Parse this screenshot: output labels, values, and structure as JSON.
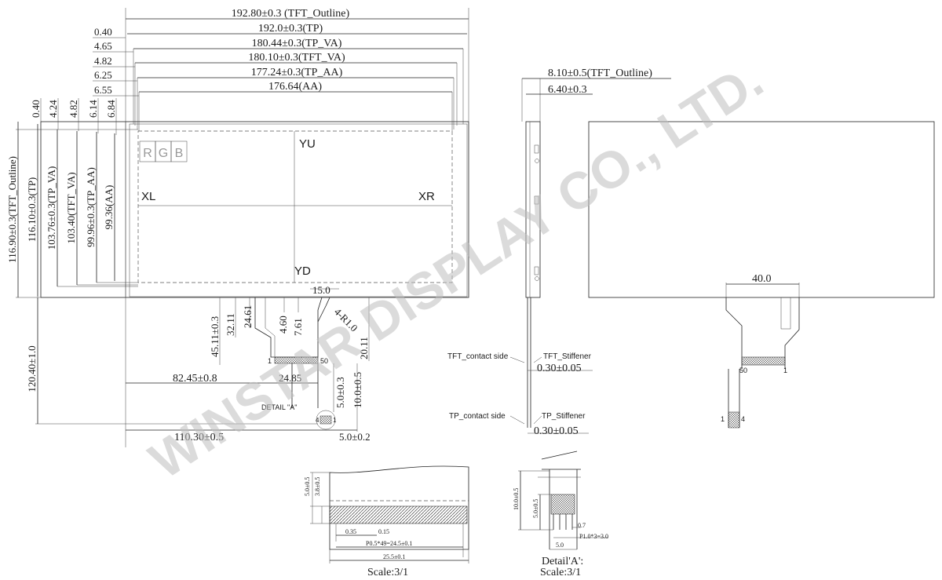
{
  "front_view": {
    "horizontal_dims": [
      "192.80±0.3 (TFT_Outline)",
      "192.0±0.3(TP)",
      "180.44±0.3(TP_VA)",
      "180.10±0.3(TFT_VA)",
      "177.24±0.3(TP_AA)",
      "176.64(AA)"
    ],
    "horizontal_offsets": [
      "0.40",
      "4.65",
      "4.82",
      "6.25",
      "6.55"
    ],
    "vertical_offsets": [
      "0.40",
      "4.24",
      "4.82",
      "6.14",
      "6.84"
    ],
    "vertical_dims": [
      "116.90±0.3(TFT_Outline)",
      "116.10±0.3(TP)",
      "103.76±0.3(TP_VA)",
      "103.40(TFT_VA)",
      "99.96±0.3(TP_AA)",
      "99.36(AA)"
    ],
    "pixel_labels": [
      "R",
      "G",
      "B"
    ],
    "axis_labels": {
      "yu": "YU",
      "xl": "XL",
      "xr": "XR",
      "yd": "YD"
    }
  },
  "fpc": {
    "dims": [
      "15.0",
      "4-R1.0",
      "4.60",
      "7.61",
      "24.61",
      "32.11",
      "45.11±0.3",
      "20.11",
      "24.85",
      "82.45±0.8",
      "5.0±0.3",
      "10.0±0.5",
      "120.40±1.0",
      "110.30±0.5",
      "5.0±0.2"
    ],
    "pin_start": "1",
    "pin_end": "50",
    "detail_label": "DETAIL \"A\"",
    "detail_pins": [
      "4",
      "1"
    ]
  },
  "side_view": {
    "dims": [
      "8.10±0.5(TFT_Outline)",
      "6.40±0.3",
      "0.30±0.05",
      "0.30±0.05"
    ],
    "labels": [
      "TFT_contact side",
      "TFT_Stiffener",
      "TP_contact side",
      "TP_Stiffener"
    ]
  },
  "back_view": {
    "dim": "40.0",
    "pins": [
      "50",
      "1"
    ],
    "pins2": [
      "1",
      "4"
    ]
  },
  "detail_fpc": {
    "dims": [
      "5.0±0.5",
      "3.8±0.5",
      "0.35",
      "0.15",
      "P0.5*49=24.5±0.1",
      "25.5±0.1"
    ],
    "scale": "Scale:3/1"
  },
  "detail_a": {
    "dims": [
      "10.0±0.5",
      "5.0±0.5",
      "0.7",
      "P1.0*3=3.0",
      "5.0"
    ],
    "title": "Detail'A':",
    "scale": "Scale:3/1"
  },
  "watermark": "WINSTAR DISPLAY CO., LTD."
}
